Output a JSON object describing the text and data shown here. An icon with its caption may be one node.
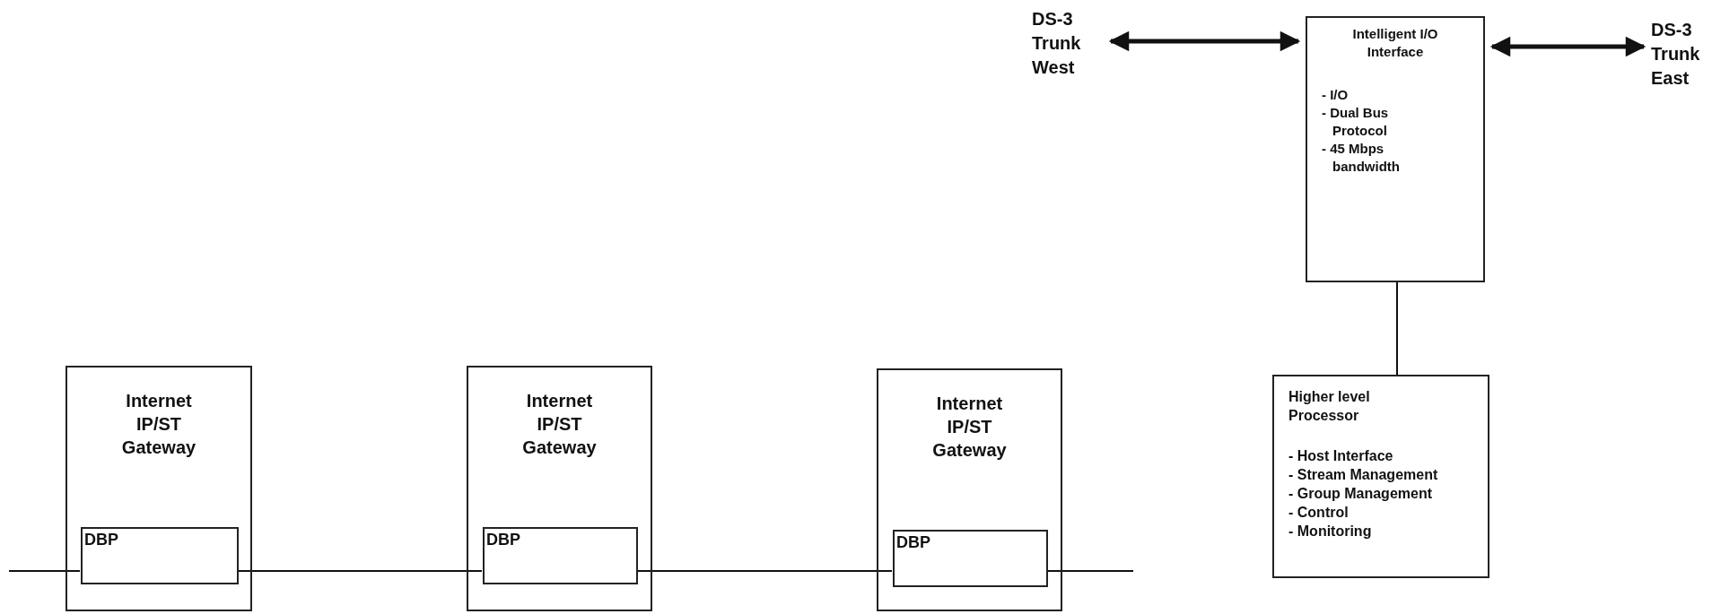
{
  "diagram": {
    "nodes": [
      {
        "text": [
          "DS-3 Trunk West"
        ]
      },
      {
        "text": [
          "Intelligent I/O Interface",
          "- I/O",
          "- Dual Bus Protocol",
          "- 45 Mbps bandwidth"
        ]
      },
      {
        "text": [
          "DS-3 Trunk East"
        ]
      },
      {
        "text": [
          "Higher level Processor",
          "- Host Interface",
          "- Stream Management",
          "- Group Management",
          "- Control",
          "- Monitoring"
        ]
      },
      {
        "text": [
          "Internet IP/ST Gateway"
        ]
      },
      {
        "text": [
          "DBP"
        ],
        "in": 4
      },
      {
        "text": [
          "Internet IP/ST Gateway"
        ]
      },
      {
        "text": [
          "DBP"
        ],
        "in": 6
      },
      {
        "text": [
          "Internet IP/ST Gateway"
        ]
      },
      {
        "text": [
          "DBP"
        ],
        "in": 8
      }
    ],
    "edges": [
      {
        "from": 0,
        "to": 1,
        "arrow": "both",
        "style": "thick"
      },
      {
        "from": 1,
        "to": 2,
        "arrow": "both",
        "style": "thick"
      },
      {
        "from": 1,
        "to": 3,
        "arrow": "none"
      },
      {
        "from": null,
        "to": 5,
        "arrow": "none"
      },
      {
        "from": 5,
        "to": 7,
        "arrow": "none"
      },
      {
        "from": 7,
        "to": 9,
        "arrow": "none"
      },
      {
        "from": 9,
        "to": null,
        "arrow": "none"
      }
    ]
  }
}
